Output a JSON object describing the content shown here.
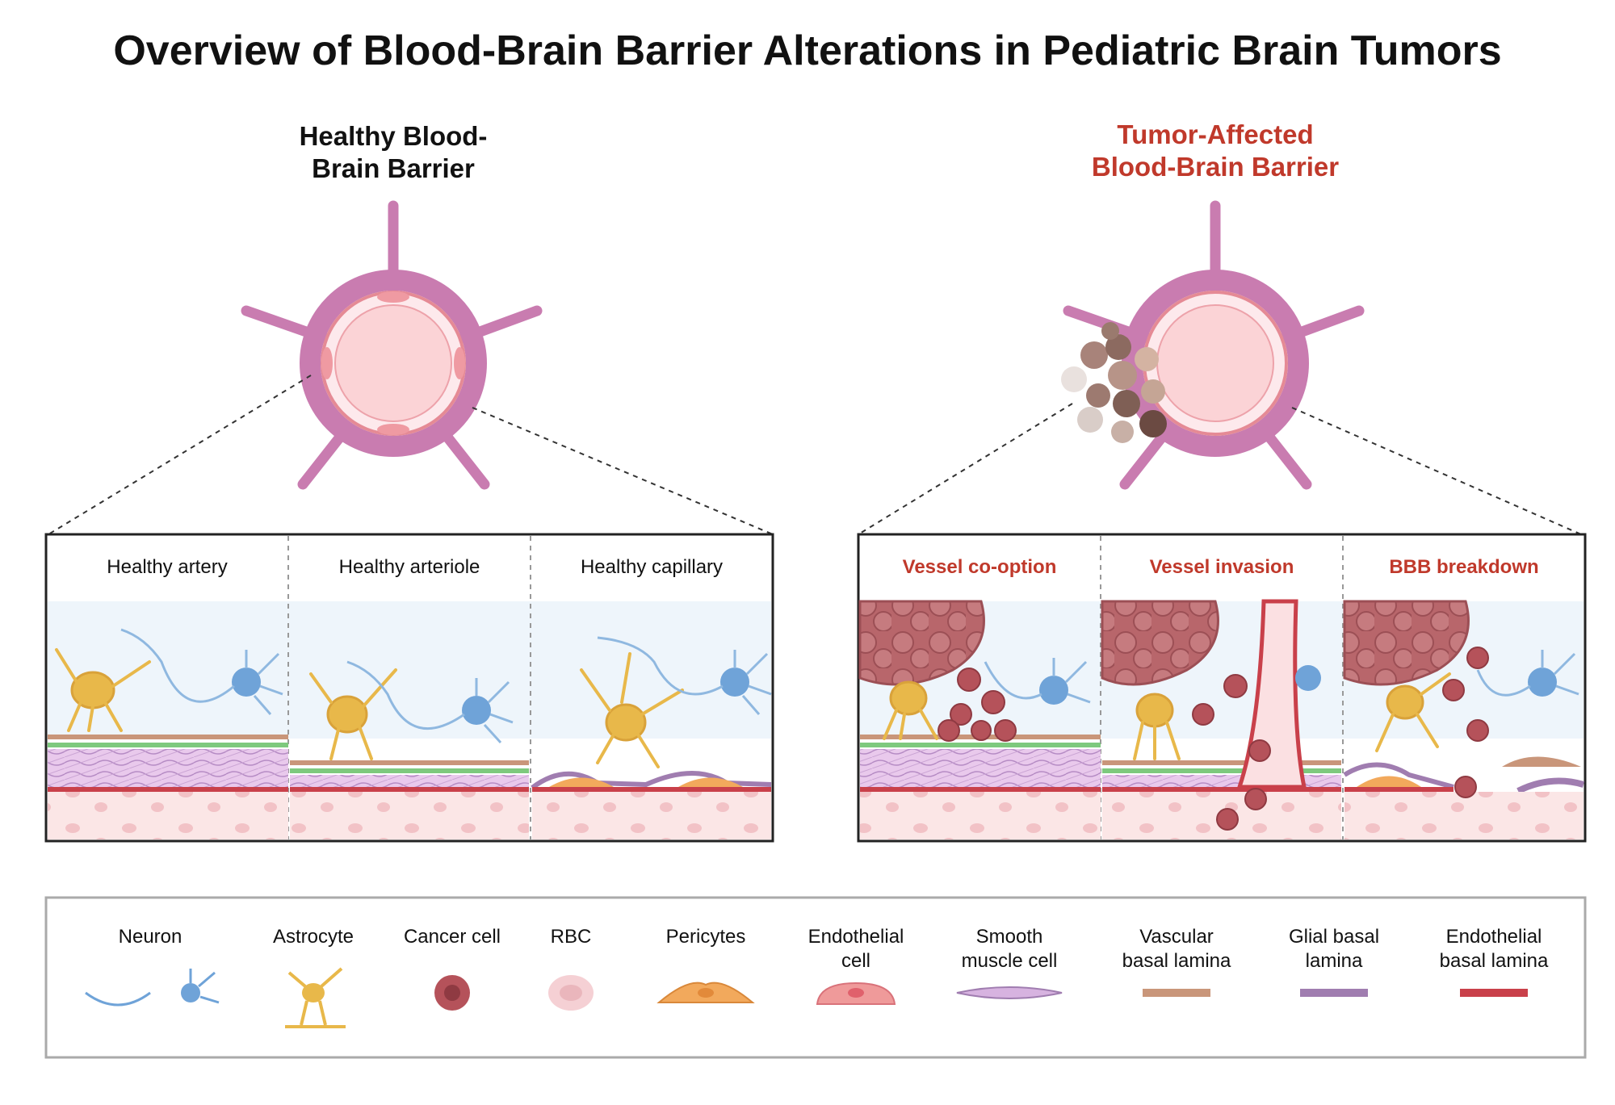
{
  "title": "Overview of Blood-Brain Barrier Alterations in Pediatric Brain Tumors",
  "healthy": {
    "heading_line1": "Healthy Blood-",
    "heading_line2": "Brain Barrier",
    "panels": [
      "Healthy artery",
      "Healthy arteriole",
      "Healthy capillary"
    ]
  },
  "tumor": {
    "heading_line1": "Tumor-Affected",
    "heading_line2": "Blood-Brain Barrier",
    "panels": [
      "Vessel co-option",
      "Vessel invasion",
      "BBB breakdown"
    ]
  },
  "legend": {
    "items": [
      {
        "line1": "Neuron",
        "line2": "",
        "icon": "neuron-icon"
      },
      {
        "line1": "Astrocyte",
        "line2": "",
        "icon": "astrocyte-icon"
      },
      {
        "line1": "Cancer cell",
        "line2": "",
        "icon": "cancer-cell-icon"
      },
      {
        "line1": "RBC",
        "line2": "",
        "icon": "rbc-icon"
      },
      {
        "line1": "Pericytes",
        "line2": "",
        "icon": "pericyte-icon"
      },
      {
        "line1": "Endothelial",
        "line2": "cell",
        "icon": "endothelial-cell-icon"
      },
      {
        "line1": "Smooth",
        "line2": "muscle cell",
        "icon": "smooth-muscle-cell-icon"
      },
      {
        "line1": "Vascular",
        "line2": "basal lamina",
        "icon": "vascular-basal-lamina-icon"
      },
      {
        "line1": "Glial basal",
        "line2": "lamina",
        "icon": "glial-basal-lamina-icon"
      },
      {
        "line1": "Endothelial",
        "line2": "basal lamina",
        "icon": "endothelial-basal-lamina-icon"
      }
    ]
  },
  "colors": {
    "tumor_red": "#c0392b",
    "astrocyte": "#e8b84a",
    "neuron": "#6fa3d8",
    "cancer": "#b5525a",
    "pericyte": "#f2a95c",
    "endothelial": "#ef9a9a",
    "smooth_muscle": "#d7b3e0",
    "vascular_lamina": "#c9967a",
    "glial_lamina": "#a07db0",
    "endothelial_lamina": "#c9404a",
    "perivascular": "#c97cb0"
  }
}
